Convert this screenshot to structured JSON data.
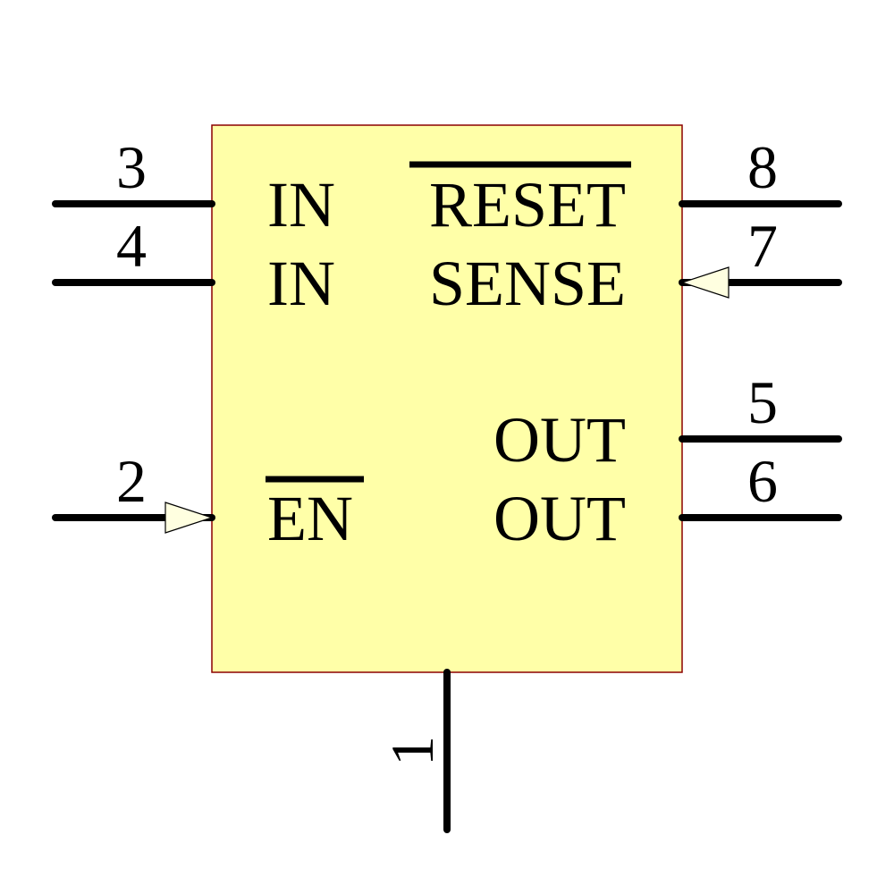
{
  "colors": {
    "body_fill": "#ffffa8",
    "body_stroke": "#8b0000",
    "wire": "#000000",
    "arrow_fill": "#ffffe0",
    "background": "#ffffff"
  },
  "component": {
    "pins": {
      "p1": {
        "number": "1",
        "name": ""
      },
      "p2": {
        "number": "2",
        "name": "EN",
        "active_low": true,
        "arrow": "input"
      },
      "p3": {
        "number": "3",
        "name": "IN"
      },
      "p4": {
        "number": "4",
        "name": "IN"
      },
      "p5": {
        "number": "5",
        "name": "OUT"
      },
      "p6": {
        "number": "6",
        "name": "OUT"
      },
      "p7": {
        "number": "7",
        "name": "SENSE",
        "arrow": "input"
      },
      "p8": {
        "number": "8",
        "name": "RESET",
        "active_low": true
      }
    }
  }
}
